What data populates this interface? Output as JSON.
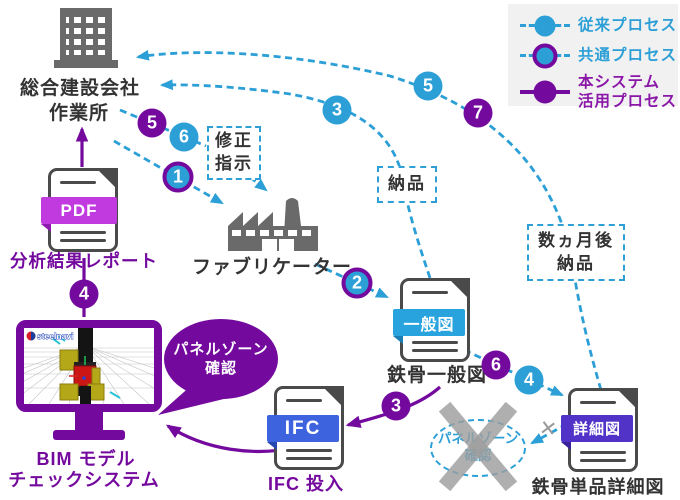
{
  "legend": {
    "items": [
      {
        "label": "従来プロセス"
      },
      {
        "label": "共通プロセス"
      },
      {
        "label": "本システム",
        "label2": "活用プロセス"
      }
    ]
  },
  "nodes": {
    "contractor": {
      "name_line1": "総合建設会社",
      "name_line2": "作業所"
    },
    "report": {
      "ribbon": "PDF",
      "label": "分析結果レポート"
    },
    "bim_system": {
      "logo": "steelnavi",
      "label_line1": "BIM モデル",
      "label_line2": "チェックシステム"
    },
    "fabricator": {
      "label": "ファブリケーター"
    },
    "general_drawing": {
      "ribbon": "一般図",
      "label": "鉄骨一般図"
    },
    "detail_drawing": {
      "ribbon": "詳細図",
      "label": "鉄骨単品詳細図"
    },
    "ifc_input": {
      "ribbon": "IFC",
      "label": "IFC 投入"
    }
  },
  "annotations": {
    "correction_order": {
      "line1": "修正",
      "line2": "指示"
    },
    "delivery": {
      "label": "納品"
    },
    "delayed_delivery": {
      "line1": "数ヵ月後",
      "line2": "納品"
    },
    "panel_zone_bubble": {
      "line1": "パネルゾーン",
      "line2": "確認"
    },
    "panel_zone_skipped": {
      "line1": "パネルゾーン",
      "line2": "確認",
      "cut_mark": "✕"
    }
  },
  "steps": [
    {
      "n": "1",
      "process": "common"
    },
    {
      "n": "2",
      "process": "common"
    },
    {
      "n": "3",
      "process": "conventional"
    },
    {
      "n": "3",
      "process": "system"
    },
    {
      "n": "4",
      "process": "conventional"
    },
    {
      "n": "4",
      "process": "system"
    },
    {
      "n": "5",
      "process": "conventional"
    },
    {
      "n": "5",
      "process": "system"
    },
    {
      "n": "6",
      "process": "conventional"
    },
    {
      "n": "6",
      "process": "system"
    },
    {
      "n": "7",
      "process": "system"
    }
  ],
  "colors": {
    "process_blue": "#2b9fd6",
    "process_purple": "#74099e",
    "pdf_ribbon": "#c13ae0",
    "general_ribbon": "#29a3dd",
    "detail_ribbon": "#5233c8",
    "ifc_ribbon": "#3d63de",
    "icon_gray": "#6a6a6a"
  }
}
